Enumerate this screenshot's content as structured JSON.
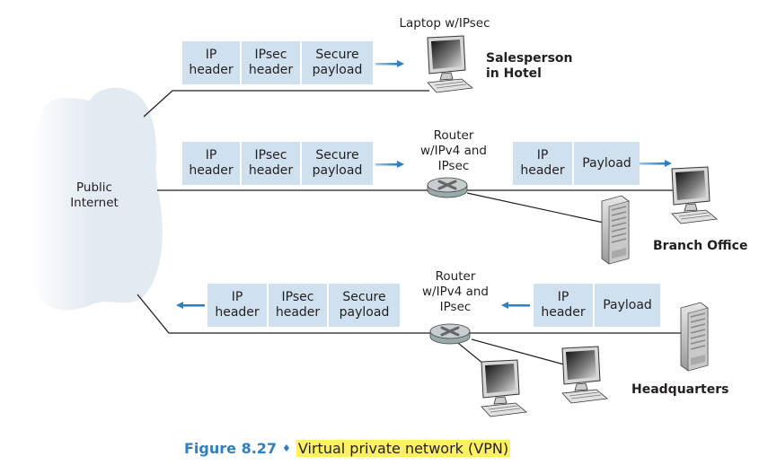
{
  "cloud": {
    "label": "Public\nInternet"
  },
  "packets": {
    "encrypted": [
      {
        "cells": [
          "IP\nheader",
          "IPsec\nheader",
          "Secure\npayload"
        ]
      },
      {
        "cells": [
          "IP\nheader",
          "IPsec\nheader",
          "Secure\npayload"
        ]
      },
      {
        "cells": [
          "IP\nheader",
          "IPsec\nheader",
          "Secure\npayload"
        ]
      }
    ],
    "plain": [
      {
        "cells": [
          "IP\nheader",
          "Payload"
        ]
      },
      {
        "cells": [
          "IP\nheader",
          "Payload"
        ]
      }
    ]
  },
  "labels": {
    "laptop": "Laptop w/IPsec",
    "salesperson": "Salesperson\nin Hotel",
    "router_branch": "Router\nw/IPv4 and\nIPsec",
    "router_hq": "Router\nw/IPv4 and\nIPsec",
    "branch_office": "Branch Office",
    "headquarters": "Headquarters"
  },
  "caption": {
    "number": "Figure 8.27",
    "separator": "♦",
    "title": "Virtual private network (VPN)"
  },
  "colors": {
    "packet_fill": "#cfe0ef",
    "arrow": "#2f7fc1",
    "cloud": "#e3ebf2",
    "caption_accent": "#2f7fc1",
    "highlight": "#fdf065"
  }
}
